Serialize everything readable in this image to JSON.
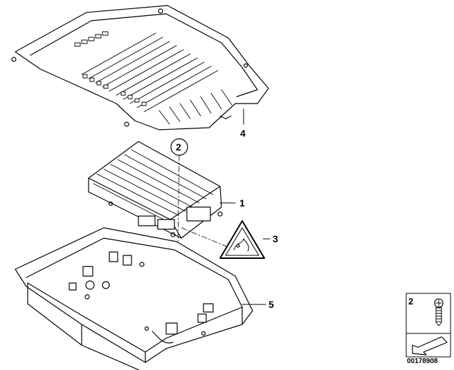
{
  "diagram": {
    "callouts": [
      {
        "id": "1",
        "label": "1"
      },
      {
        "id": "2",
        "label": "2"
      },
      {
        "id": "3",
        "label": "3"
      },
      {
        "id": "4",
        "label": "4"
      },
      {
        "id": "5",
        "label": "5"
      }
    ],
    "legend": {
      "item_number": "2"
    },
    "document_number": "00178908",
    "colors": {
      "line": "#000000",
      "fill": "#ffffff",
      "shade": "#e6e6e6"
    }
  }
}
